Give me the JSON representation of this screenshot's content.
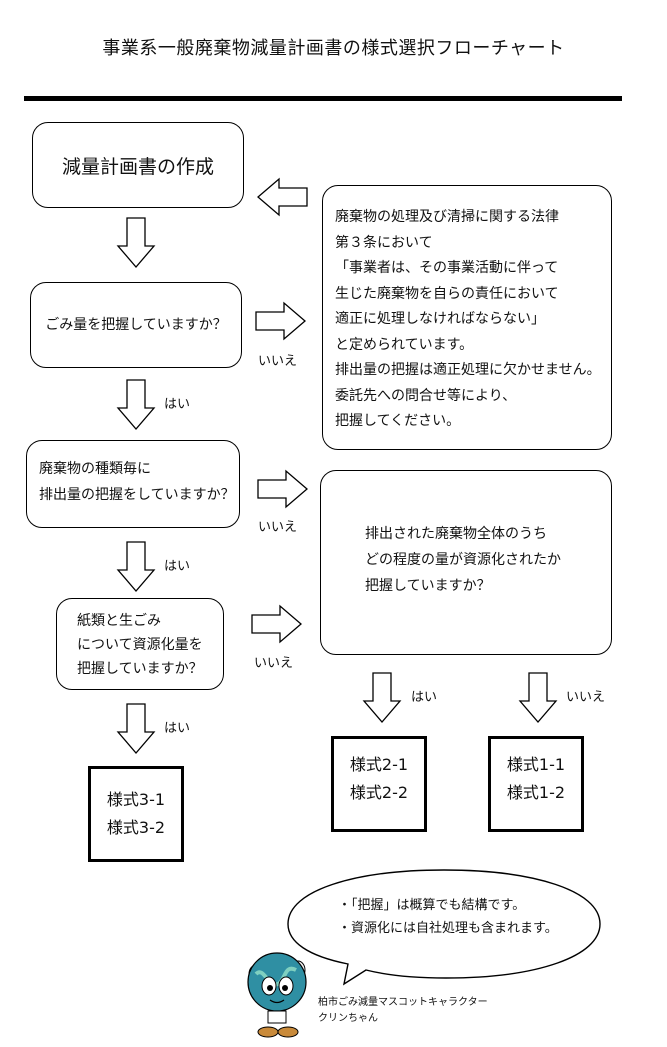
{
  "title": "事業系一般廃棄物減量計画書の様式選択フローチャート",
  "create_box": "減量計画書の作成",
  "law_box": [
    "廃棄物の処理及び清掃に関する法律",
    "第３条において",
    "「事業者は、その事業活動に伴って",
    "生じた廃棄物を自らの責任において",
    "適正に処理しなければならない」",
    "と定められています。",
    "排出量の把握は適正処理に欠かせません。",
    "委託先への問合せ等により、",
    "把握してください。"
  ],
  "q1": "ごみ量を把握していますか？",
  "q2": [
    "廃棄物の種類毎に",
    "排出量の把握をしていますか？"
  ],
  "q3": [
    "紙類と生ごみ",
    "について資源化量を",
    "把握していますか？"
  ],
  "q4": [
    "排出された廃棄物全体のうち",
    "どの程度の量が資源化されたか",
    "把握していますか？"
  ],
  "labels": {
    "yes": "はい",
    "no": "いいえ"
  },
  "forms": {
    "f3": [
      "様式3-1",
      "様式3-2"
    ],
    "f2": [
      "様式2-1",
      "様式2-2"
    ],
    "f1": [
      "様式1-1",
      "様式1-2"
    ]
  },
  "bubble": [
    "・「把握」は概算でも結構です。",
    "・資源化には自社処理も含まれます。"
  ],
  "mascot": [
    "柏市ごみ減量マスコットキャラクター",
    "クリンちゃん"
  ]
}
